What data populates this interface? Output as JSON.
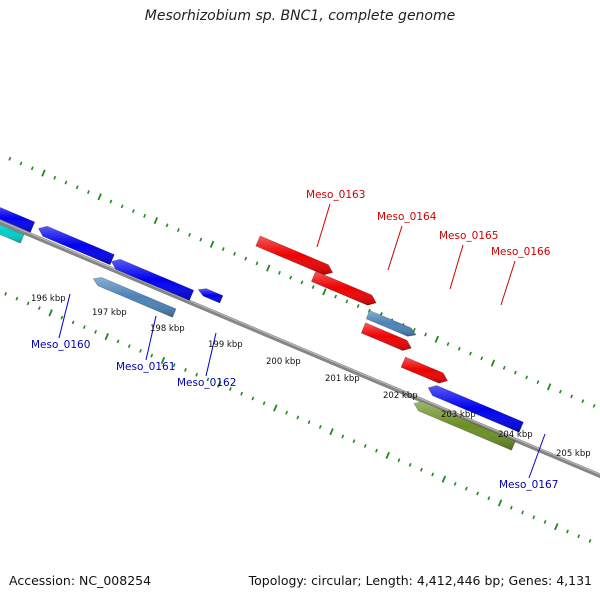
{
  "title": "Mesorhizobium sp. BNC1, complete genome",
  "footer": {
    "accession": "Accession: NC_008254",
    "summary": "Topology: circular; Length: 4,412,446 bp; Genes: 4,131"
  },
  "colors": {
    "backbone": "#858585",
    "tick": "#1e8a1e",
    "label_forward": "#cc0000",
    "label_reverse": "#0000aa",
    "leader_forward": "#cc0000",
    "leader_reverse": "#0000cc"
  },
  "tick_labels": [
    "196 kbp",
    "197 kbp",
    "198 kbp",
    "199 kbp",
    "200 kbp",
    "201 kbp",
    "202 kbp",
    "203 kbp",
    "204 kbp",
    "205 kbp"
  ],
  "genes": [
    {
      "id": "g-blue-1",
      "color": "#0000ee",
      "strand": "reverse"
    },
    {
      "id": "g-cyan-1",
      "color": "#00cccc",
      "strand": "reverse"
    },
    {
      "id": "g-blue-2",
      "color": "#0000ee",
      "strand": "reverse"
    },
    {
      "id": "g-blue-3",
      "color": "#0000ee",
      "strand": "reverse"
    },
    {
      "id": "g-steel-1",
      "color": "#4a82b8",
      "strand": "reverse"
    },
    {
      "id": "g-blue-4",
      "color": "#0000ee",
      "strand": "reverse"
    },
    {
      "id": "g-red-1",
      "color": "#ee0000",
      "strand": "forward"
    },
    {
      "id": "g-red-2",
      "color": "#ee0000",
      "strand": "forward"
    },
    {
      "id": "g-steel-2",
      "color": "#4a82b8",
      "strand": "forward"
    },
    {
      "id": "g-red-3",
      "color": "#ee0000",
      "strand": "forward"
    },
    {
      "id": "g-red-4",
      "color": "#ee0000",
      "strand": "forward"
    },
    {
      "id": "g-blue-5",
      "color": "#0000ee",
      "strand": "reverse"
    },
    {
      "id": "g-olive-1",
      "color": "#6b8e23",
      "strand": "reverse"
    }
  ],
  "gene_labels": [
    {
      "text": "Meso_0160",
      "strand": "reverse"
    },
    {
      "text": "Meso_0161",
      "strand": "reverse"
    },
    {
      "text": "Meso_0162",
      "strand": "reverse"
    },
    {
      "text": "Meso_0163",
      "strand": "forward"
    },
    {
      "text": "Meso_0164",
      "strand": "forward"
    },
    {
      "text": "Meso_0165",
      "strand": "forward"
    },
    {
      "text": "Meso_0166",
      "strand": "forward"
    },
    {
      "text": "Meso_0167",
      "strand": "reverse"
    }
  ]
}
